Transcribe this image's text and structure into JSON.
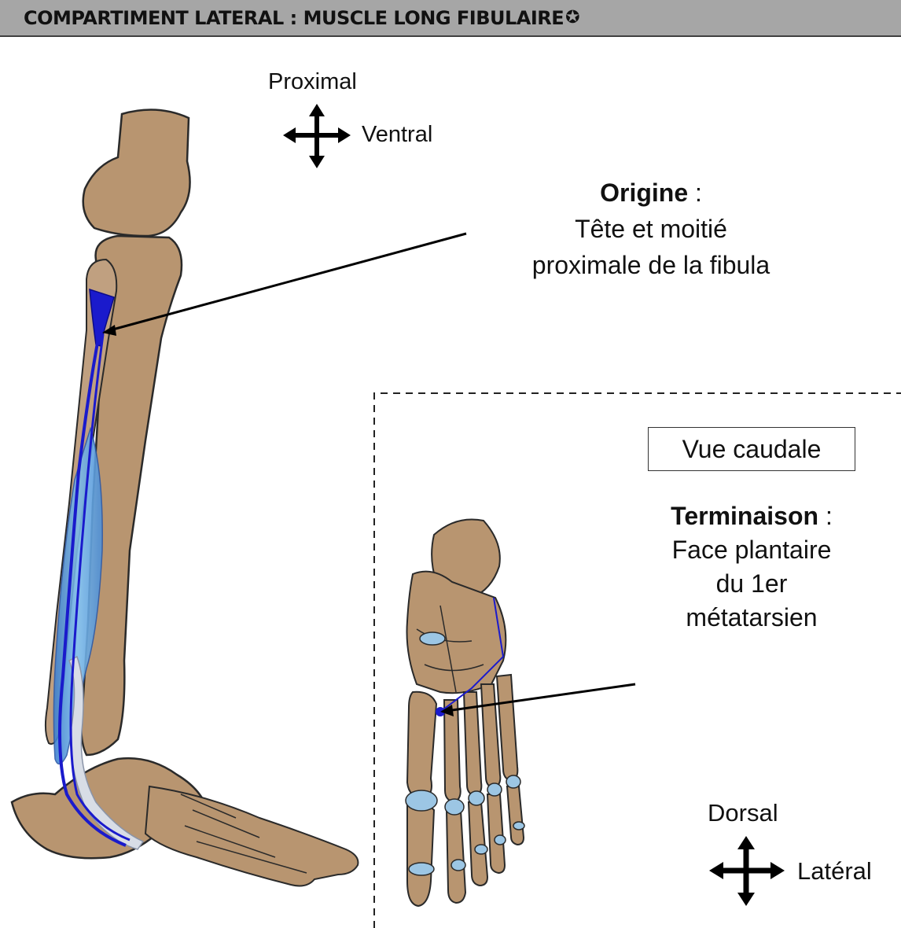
{
  "title": "COMPARTIMENT LATERAL : MUSCLE LONG FIBULAIRE",
  "title_icon": "star-circle-icon",
  "compass_leg": {
    "up": "Proximal",
    "right": "Ventral"
  },
  "compass_foot": {
    "up": "Dorsal",
    "right": "Latéral"
  },
  "origin": {
    "label": "Origine",
    "separator": " :",
    "lines": [
      "Tête et moitié",
      "proximale de la fibula"
    ]
  },
  "view_label": "Vue caudale",
  "termination": {
    "label": "Terminaison",
    "separator": " :",
    "lines": [
      "Face plantaire",
      "du 1er",
      "métatarsien"
    ]
  },
  "colors": {
    "bone": "#b89570",
    "bone_outline": "#2a2a2a",
    "muscle_dark": "#1a1acc",
    "muscle_light": "#6aaee0",
    "tendon": "#d8dde6",
    "cartilage": "#9cc6e4"
  }
}
